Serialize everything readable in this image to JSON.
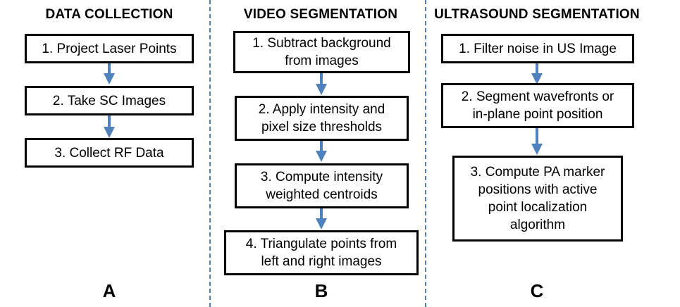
{
  "columns": [
    {
      "heading": "DATA COLLECTION",
      "letter": "A",
      "steps": [
        "1. Project Laser Points",
        "2. Take SC Images",
        "3. Collect RF Data"
      ]
    },
    {
      "heading": "VIDEO SEGMENTATION",
      "letter": "B",
      "steps": [
        "1. Subtract background\nfrom images",
        "2. Apply intensity and\npixel size thresholds",
        "3. Compute intensity\nweighted centroids",
        "4. Triangulate points from\nleft and right images"
      ]
    },
    {
      "heading": "ULTRASOUND SEGMENTATION",
      "letter": "C",
      "steps": [
        "1. Filter noise in US Image",
        "2. Segment wavefronts or\nin-plane point position",
        "3. Compute PA marker\npositions with active\npoint localization\nalgorithm"
      ]
    }
  ],
  "colors": {
    "arrow": "#4f81bd",
    "divider": "#4f81bd",
    "box_border": "#000000"
  }
}
